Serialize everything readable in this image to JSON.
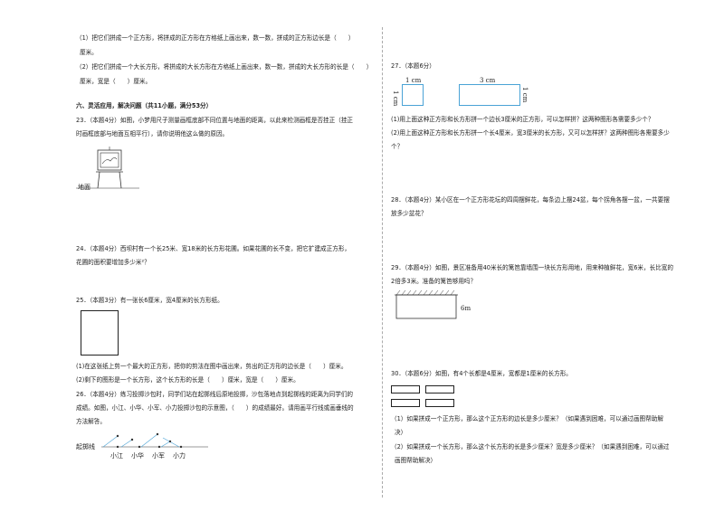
{
  "left": {
    "q_prev_1": "（1）把它们拼成一个正方形，将拼成的正方形在方格纸上画出来，数一数，拼成的正方形边长是（　　）",
    "q_prev_1b": "厘米。",
    "q_prev_2": "（2）把它们拼成一个大长方形，将拼成的大长方形在方格纸上画出来，数一数，拼成的大长方形的长是（　　）",
    "q_prev_2b": "厘米，宽是（　　）厘米。",
    "section_title": "六、灵活应用，解决问题（共11小题，满分53分）",
    "q23_a": "23．（本题4分）如图，小梦用尺子测量画框底部不同位置与地面的距离，以此来检测画框是否挂正（挂正",
    "q23_b": "时画框底部与地面互相平行），请你说明他这么做的原因。",
    "q23_ground": "地面",
    "q24_a": "24．（本题4分）西坝村有一个长25米、宽18米的长方形花圃。如果花圃的长不变，把它扩建成正方形，",
    "q24_b": "花圃的面积要增加多少米²？",
    "q25": "25．（本题3分）有一张长6厘米，宽4厘米的长方形纸。",
    "q25_1": "(1)在这张纸上剪一个最大的正方形，把你的剪法在图中画出来，剪出的正方形的边长是（　　）厘米。",
    "q25_2": "(2)剩下的图形是一个长方形，这个长方形的长是（　　）厘米，宽是（　　）厘米。",
    "q26_a": "26．（本题4分）练习投掷沙包时，同学们站在起掷线后原地投掷，沙包落地点到起掷线的距离为同学们的",
    "q26_b": "成绩。如图，小江、小华、小军、小力投掷沙包的示意图，（　　）的成绩最好。请用画平行线或画垂线的",
    "q26_c": "方法解答。",
    "q26_line": "起掷线",
    "q26_names": [
      "小江",
      "小华",
      "小军",
      "小力"
    ]
  },
  "right": {
    "q27": "27．（本题6分）",
    "q27_sq_top": "1 cm",
    "q27_sq_side": "1 cm",
    "q27_rect_top": "3 cm",
    "q27_rect_side": "1 cm",
    "q27_1": "(1)用上面这种正方形和长方形拼一个边长3厘米的正方形，可以怎样拼？这两种图形各需要多少个？",
    "q27_2a": "(2)用上面这种正方形和长方形拼一个长4厘米，宽3厘米的长方形，又可以怎样拼？这两种图形各需要多少",
    "q27_2b": "个？",
    "q28_a": "28．（本题4分）某小区在一个正方形花坛的四周摆鲜花，每条边上摆24盆，每个拐角各摆一盆，一共要摆",
    "q28_b": "放多少盆花？",
    "q29_a": "29．（本题4分）如图，景区准备用40米长的篱笆靠墙围一块长方形用地，用来种植鲜花，宽6米，长比宽的",
    "q29_b": "2倍多3米。准备的篱笆够用吗？",
    "q29_dim": "6m",
    "q30": "30．（本题6分）如图，有4个长都是4厘米，宽都是1厘米的长方形。",
    "q30_1a": "（1）如果拼成一个正方形，那么这个正方形的边长是多少厘米？（如果遇到困难，可以通过画图帮助解",
    "q30_1b": "决）",
    "q30_2a": "（2）如果拼成一个长方形，那么这个长方形的长是多少厘米？宽是多少厘米？（如果遇到困难，可以通过",
    "q30_2b": "画图帮助解决）"
  }
}
